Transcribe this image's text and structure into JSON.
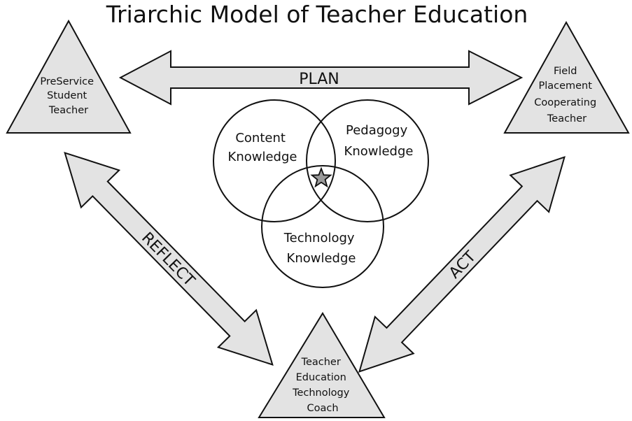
{
  "title": "Triarchic Model of Teacher Education",
  "triangles": {
    "left": {
      "lines": [
        "PreService",
        "Student",
        "Teacher"
      ]
    },
    "right": {
      "lines": [
        "Field",
        "Placement",
        "Cooperating",
        "Teacher"
      ]
    },
    "bottom": {
      "lines": [
        "Teacher",
        "Education",
        "Technology",
        "Coach"
      ]
    }
  },
  "arrows": {
    "top": "PLAN",
    "left": "REFLECT",
    "right": "ACT"
  },
  "circles": {
    "content": {
      "lines": [
        "Content",
        "Knowledge"
      ]
    },
    "pedagogy": {
      "lines": [
        "Pedagogy",
        "Knowledge"
      ]
    },
    "technology": {
      "lines": [
        "Technology",
        "Knowledge"
      ]
    }
  },
  "center_icon": "star-icon",
  "colors": {
    "fill": "#e3e3e3",
    "stroke": "#111111",
    "star": "#9a9a9a"
  }
}
